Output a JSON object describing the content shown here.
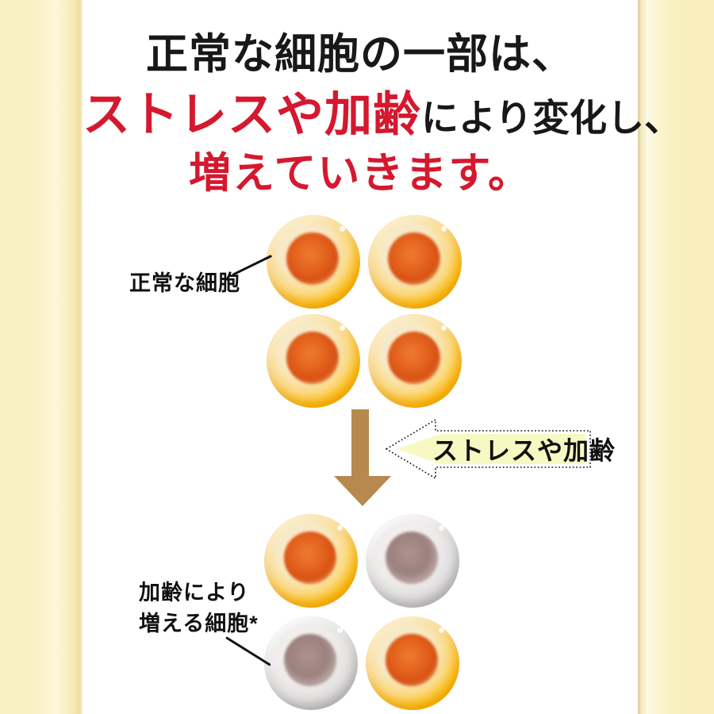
{
  "title": {
    "line1": "正常な細胞の一部は、",
    "line2_highlight": "ストレスや加齢",
    "line2_rest": "により変化し、",
    "line3": "増えていきます。"
  },
  "labels": {
    "normal_cells": "正常な細胞",
    "aged_cells_line1": "加齢により",
    "aged_cells_line2": "増える細胞*"
  },
  "callout": {
    "text": "ストレスや加齢"
  },
  "cells": {
    "top_group": [
      "normal",
      "normal",
      "normal",
      "normal"
    ],
    "bottom_group": [
      "normal",
      "aged",
      "aged",
      "normal"
    ]
  },
  "colors": {
    "accent_red": "#d5182e",
    "text_black": "#181818",
    "arrow_brown": "#b6894e",
    "callout_fill": "#f8f8c3",
    "background_yellow": "#faf0c2",
    "normal_cell_rim": "#ffb400",
    "normal_cell_body": "#f8e9c4",
    "normal_cell_nucleus": "#d85214",
    "aged_cell_rim": "#b1afb2",
    "aged_cell_body": "#efeceb",
    "aged_cell_nucleus": "#9c817d"
  }
}
